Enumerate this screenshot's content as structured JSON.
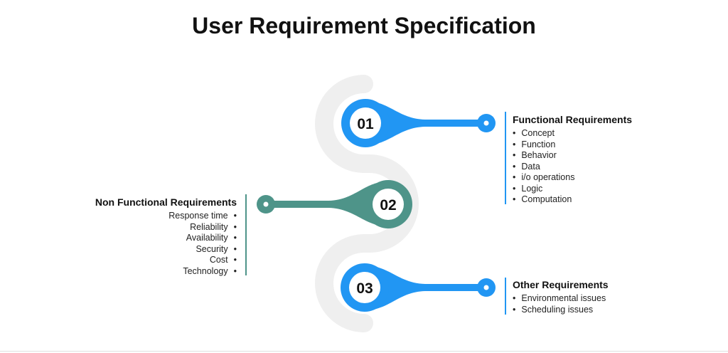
{
  "title": "User Requirement Specification",
  "colors": {
    "primary": "#2196F3",
    "teal": "#4E9489",
    "track": "#EFEFEF",
    "text": "#111111"
  },
  "steps": [
    {
      "number": "01",
      "heading": "Functional Requirements",
      "items": [
        "Concept",
        "Function",
        "Behavior",
        "Data",
        "i/o operations",
        "Logic",
        "Computation"
      ]
    },
    {
      "number": "02",
      "heading": "Non Functional Requirements",
      "items": [
        "Response time",
        "Reliability",
        "Availability",
        "Security",
        "Cost",
        "Technology"
      ]
    },
    {
      "number": "03",
      "heading": "Other Requirements",
      "items": [
        "Environmental issues",
        "Scheduling issues"
      ]
    }
  ]
}
